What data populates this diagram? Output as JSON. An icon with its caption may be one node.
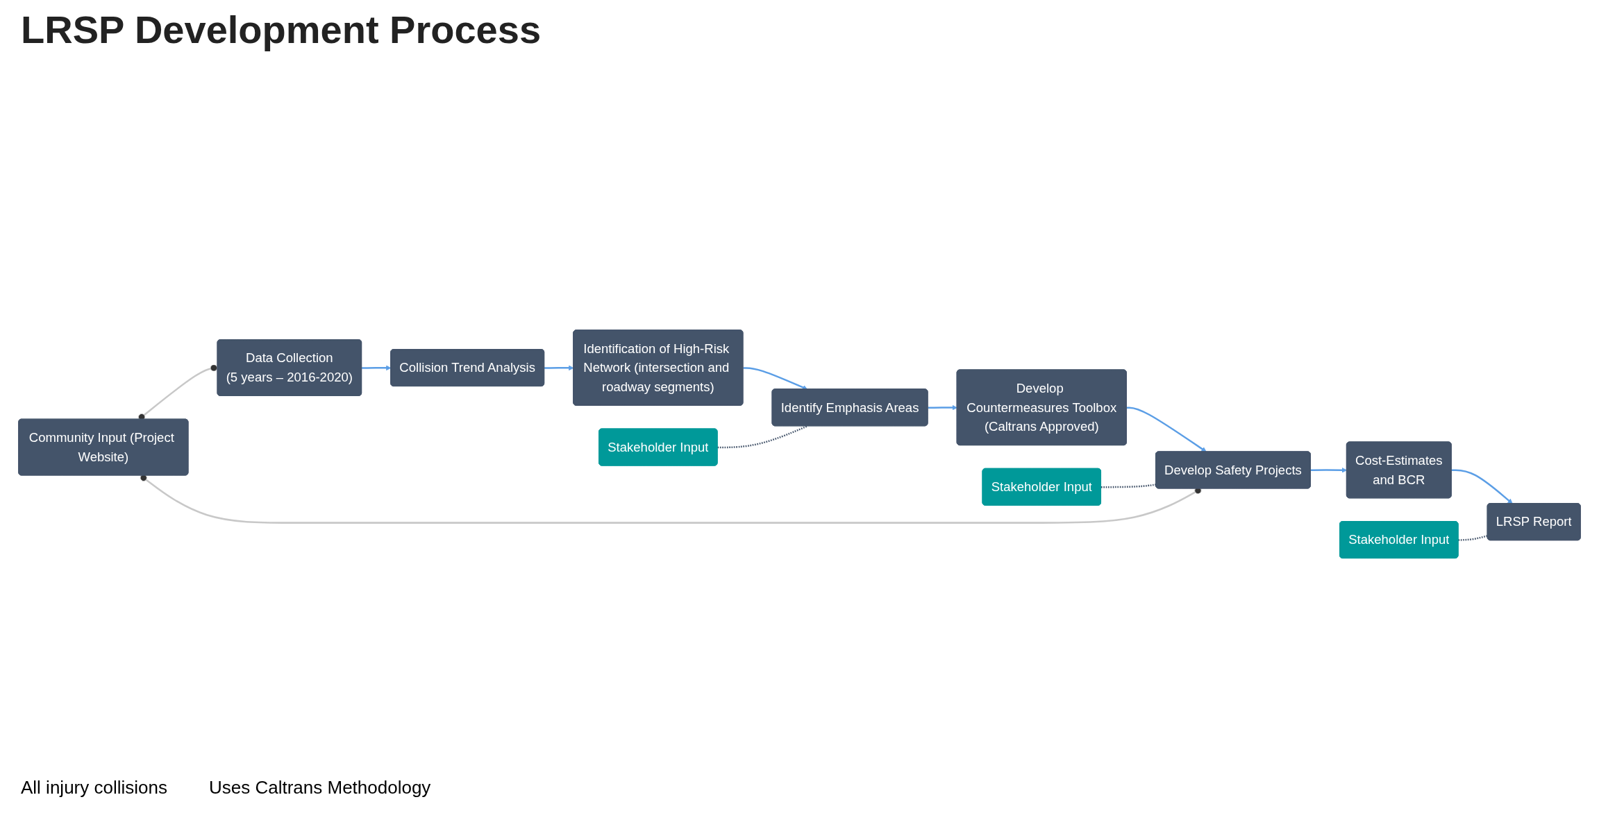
{
  "diagram": {
    "title": "LRSP Development Process",
    "nodes": [
      {
        "text": [
          "Stakeholder Input"
        ]
      },
      {
        "text": [
          "Data Collection",
          "(5 years – 2016-2020)"
        ]
      },
      {
        "text": [
          "Collision Trend Analysis"
        ]
      },
      {
        "text": [
          "Identification of High-Risk Network (intersection and roadway segments)"
        ]
      },
      {
        "text": [
          "Identify Emphasis Areas"
        ]
      },
      {
        "text": [
          "Community Input (Project Website)"
        ]
      },
      {
        "text": [
          "LRSP Report"
        ]
      },
      {
        "text": [
          "Cost-Estimates",
          "and BCR"
        ]
      },
      {
        "text": [
          "Develop Safety Projects"
        ]
      },
      {
        "text": [
          "Develop Countermeasures Toolbox",
          "(Caltrans Approved)"
        ]
      },
      {
        "text": [
          "Stakeholder Input"
        ]
      },
      {
        "text": [
          "Stakeholder Input"
        ]
      }
    ],
    "edges": [
      {
        "from": 1,
        "to": 2,
        "arrow": "to"
      },
      {
        "from": 2,
        "to": 3,
        "arrow": "to"
      },
      {
        "from": 3,
        "to": 4,
        "arrow": "to"
      },
      {
        "from": 4,
        "to": 9,
        "arrow": "to"
      },
      {
        "from": 9,
        "to": 8,
        "arrow": "to"
      },
      {
        "from": 8,
        "to": 7,
        "arrow": "to"
      },
      {
        "from": 7,
        "to": 6,
        "arrow": "to"
      },
      {
        "from": 0,
        "to": 4,
        "arrow": "none",
        "style": "dashed",
        "color": "#44546a"
      },
      {
        "from": 11,
        "to": 8,
        "arrow": "none",
        "style": "dashed",
        "color": "#44546a"
      },
      {
        "from": 10,
        "to": 6,
        "arrow": "none",
        "style": "dashed",
        "color": "#44546a"
      },
      {
        "from": 5,
        "to": 1,
        "arrow": "other",
        "color": "#c8c8c8"
      },
      {
        "from": 5,
        "to": 8,
        "arrow": "other",
        "color": "#c8c8c8"
      }
    ],
    "labels": [
      "All injury collisions",
      "Uses Caltrans Methodology"
    ]
  }
}
